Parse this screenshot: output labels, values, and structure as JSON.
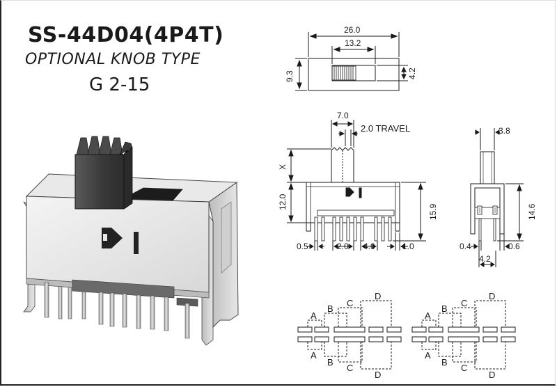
{
  "header": {
    "model": "SS-44D04(4P4T)",
    "subtitle": "OPTIONAL KNOB TYPE",
    "code": "G 2-15"
  },
  "top_view": {
    "overall_width": "26.0",
    "knob_window_width": "13.2",
    "body_height": "9.3",
    "knob_height": "4.2"
  },
  "front_view": {
    "knob_width": "7.0",
    "travel": "2.0 TRAVEL",
    "knob_height": "X",
    "body_height": "12.0",
    "pin_height": "15.9",
    "pin_thickness": "0.5",
    "pin_pitch": "2.0",
    "pin_span": "4.0",
    "leg_width": "1.0"
  },
  "side_view": {
    "knob_thickness": "3.8",
    "pin_height": "14.6",
    "pin_thickness": "0.4",
    "leg_thickness": "0.6",
    "pin_row_spacing": "4.2"
  },
  "schematic": {
    "left": {
      "labels": [
        "A",
        "B",
        "C",
        "D"
      ]
    },
    "right": {
      "labels": [
        "A",
        "B",
        "C",
        "D"
      ]
    }
  }
}
